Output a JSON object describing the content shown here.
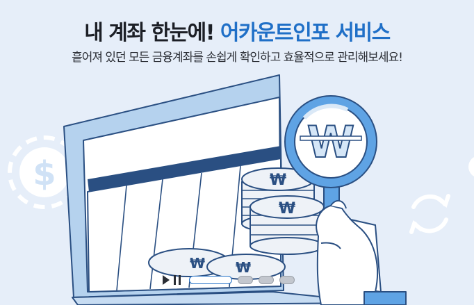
{
  "banner": {
    "title_main": "내 계좌 한눈에!",
    "title_accent": "어카운트인포 서비스",
    "subtitle": "흩어져 있던 모든 금융계좌를 손쉽게 확인하고 효율적으로 관리해보세요!",
    "coin_symbol": "₩",
    "dollar_symbol": "$",
    "icons": [
      "dollar-coin-icon",
      "folder-icon",
      "coin-stack-icon",
      "magnifier-icon",
      "won-icon",
      "refresh-icon",
      "hand-icon"
    ]
  },
  "carousel": {
    "controls": [
      "play-icon",
      "pause-icon"
    ],
    "slide_count": 4,
    "active_index": 0
  },
  "colors": {
    "background": "#e6eef9",
    "accent": "#1f6fc7",
    "title": "#1c1f26",
    "dot_inactive": "#c3c7ce"
  }
}
